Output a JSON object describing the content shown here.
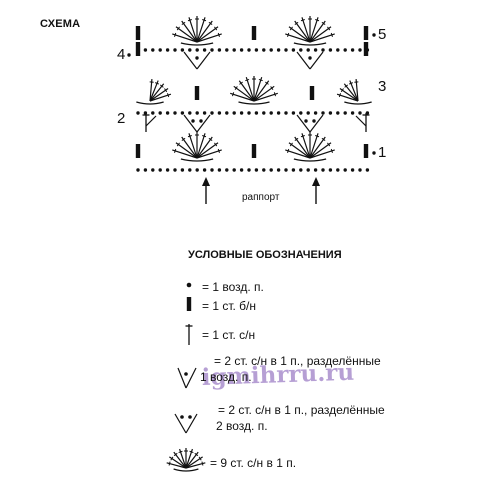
{
  "scheme_title": "СХЕМА",
  "row_numbers": [
    "1",
    "2",
    "3",
    "4",
    "5"
  ],
  "repeat_label": "раппорт",
  "legend": {
    "heading": "УСЛОВНЫЕ ОБОЗНАЧЕНИЯ",
    "items": [
      {
        "symbol": "chain-stitch-dot",
        "text": "= 1 возд. п."
      },
      {
        "symbol": "single-crochet-bar",
        "text": "= 1 ст. б/н"
      },
      {
        "symbol": "double-crochet-post",
        "text": "= 1 ст. с/н"
      },
      {
        "symbol": "v-stitch-one-chain",
        "text_line1": "= 2 ст. с/н в 1 п., разделённые",
        "text_line2": "1 возд. п."
      },
      {
        "symbol": "v-stitch-two-chain",
        "text_line1": "= 2 ст. с/н в 1 п., разделённые",
        "text_line2": "2 возд. п."
      },
      {
        "symbol": "shell-fan",
        "text": "= 9 ст. с/н в 1 п."
      }
    ]
  },
  "watermark": "igmihrru.ru",
  "colors": {
    "ink": "#111111",
    "watermark": "#7a50b0"
  }
}
